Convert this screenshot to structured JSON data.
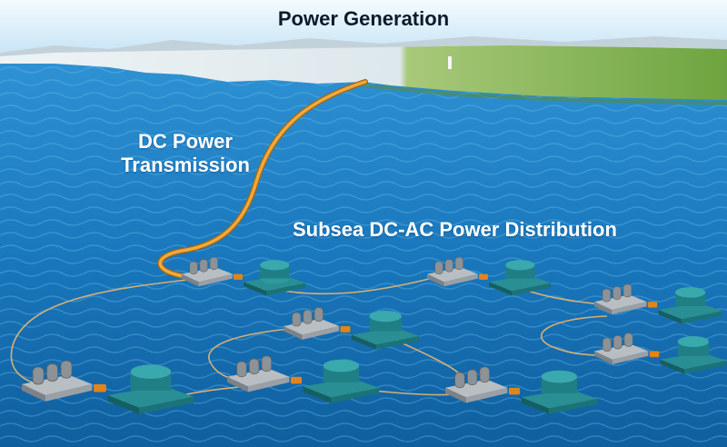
{
  "labels": {
    "power_generation": "Power Generation",
    "dc_power_transmission": "DC Power Transmission",
    "subsea_distribution": "Subsea DC-AC Power Distribution"
  },
  "colors": {
    "sky": "#c9e4f3",
    "sea_deep": "#0f66a8",
    "sea_light": "#3fa3db",
    "land_green": "#7fb84a",
    "land_white": "#e9f0f3",
    "cable_main": "#e89a1e",
    "cable_thin": "#c7a15a",
    "module_teal": "#1f7f84",
    "unit_grey": "#8c9296"
  },
  "icons": [
    "subsea-converter-icon",
    "transformer-tank-icon",
    "connector-icon",
    "cable-icon"
  ]
}
